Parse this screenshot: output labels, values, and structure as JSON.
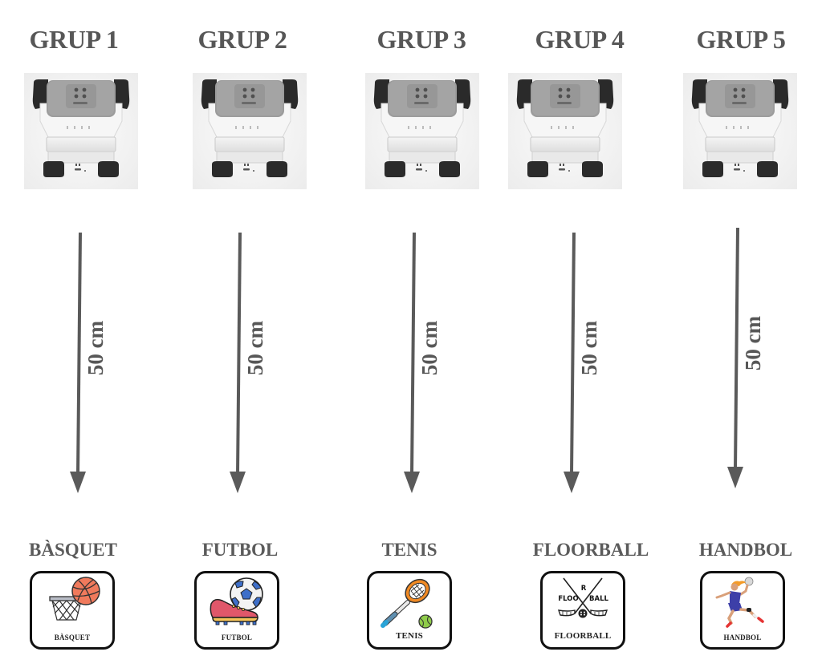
{
  "groups": [
    {
      "title": "GRUP 1",
      "distance": "50 cm",
      "sport": "BÀSQUET",
      "card_caption": "BÀSQUET",
      "icon": "basketball-hoop-icon"
    },
    {
      "title": "GRUP 2",
      "distance": "50 cm",
      "sport": "FUTBOL",
      "card_caption": "FUTBOL",
      "icon": "soccer-ball-boot-icon"
    },
    {
      "title": "GRUP 3",
      "distance": "50 cm",
      "sport": "TENIS",
      "card_caption": "TENIS",
      "icon": "tennis-racket-ball-icon"
    },
    {
      "title": "GRUP 4",
      "distance": "50 cm",
      "sport": "FLOORBALL",
      "card_caption": "FLOORBALL",
      "icon": "floorball-sticks-icon",
      "logo_text": {
        "left": "FLOO",
        "top": "R",
        "right": "BALL"
      }
    },
    {
      "title": "GRUP 5",
      "distance": "50 cm",
      "sport": "HANDBOL",
      "card_caption": "HANDBOL",
      "icon": "handball-player-icon"
    }
  ],
  "colors": {
    "text": "#575757",
    "arrow": "#5a5a5a",
    "card_border": "#111111"
  }
}
